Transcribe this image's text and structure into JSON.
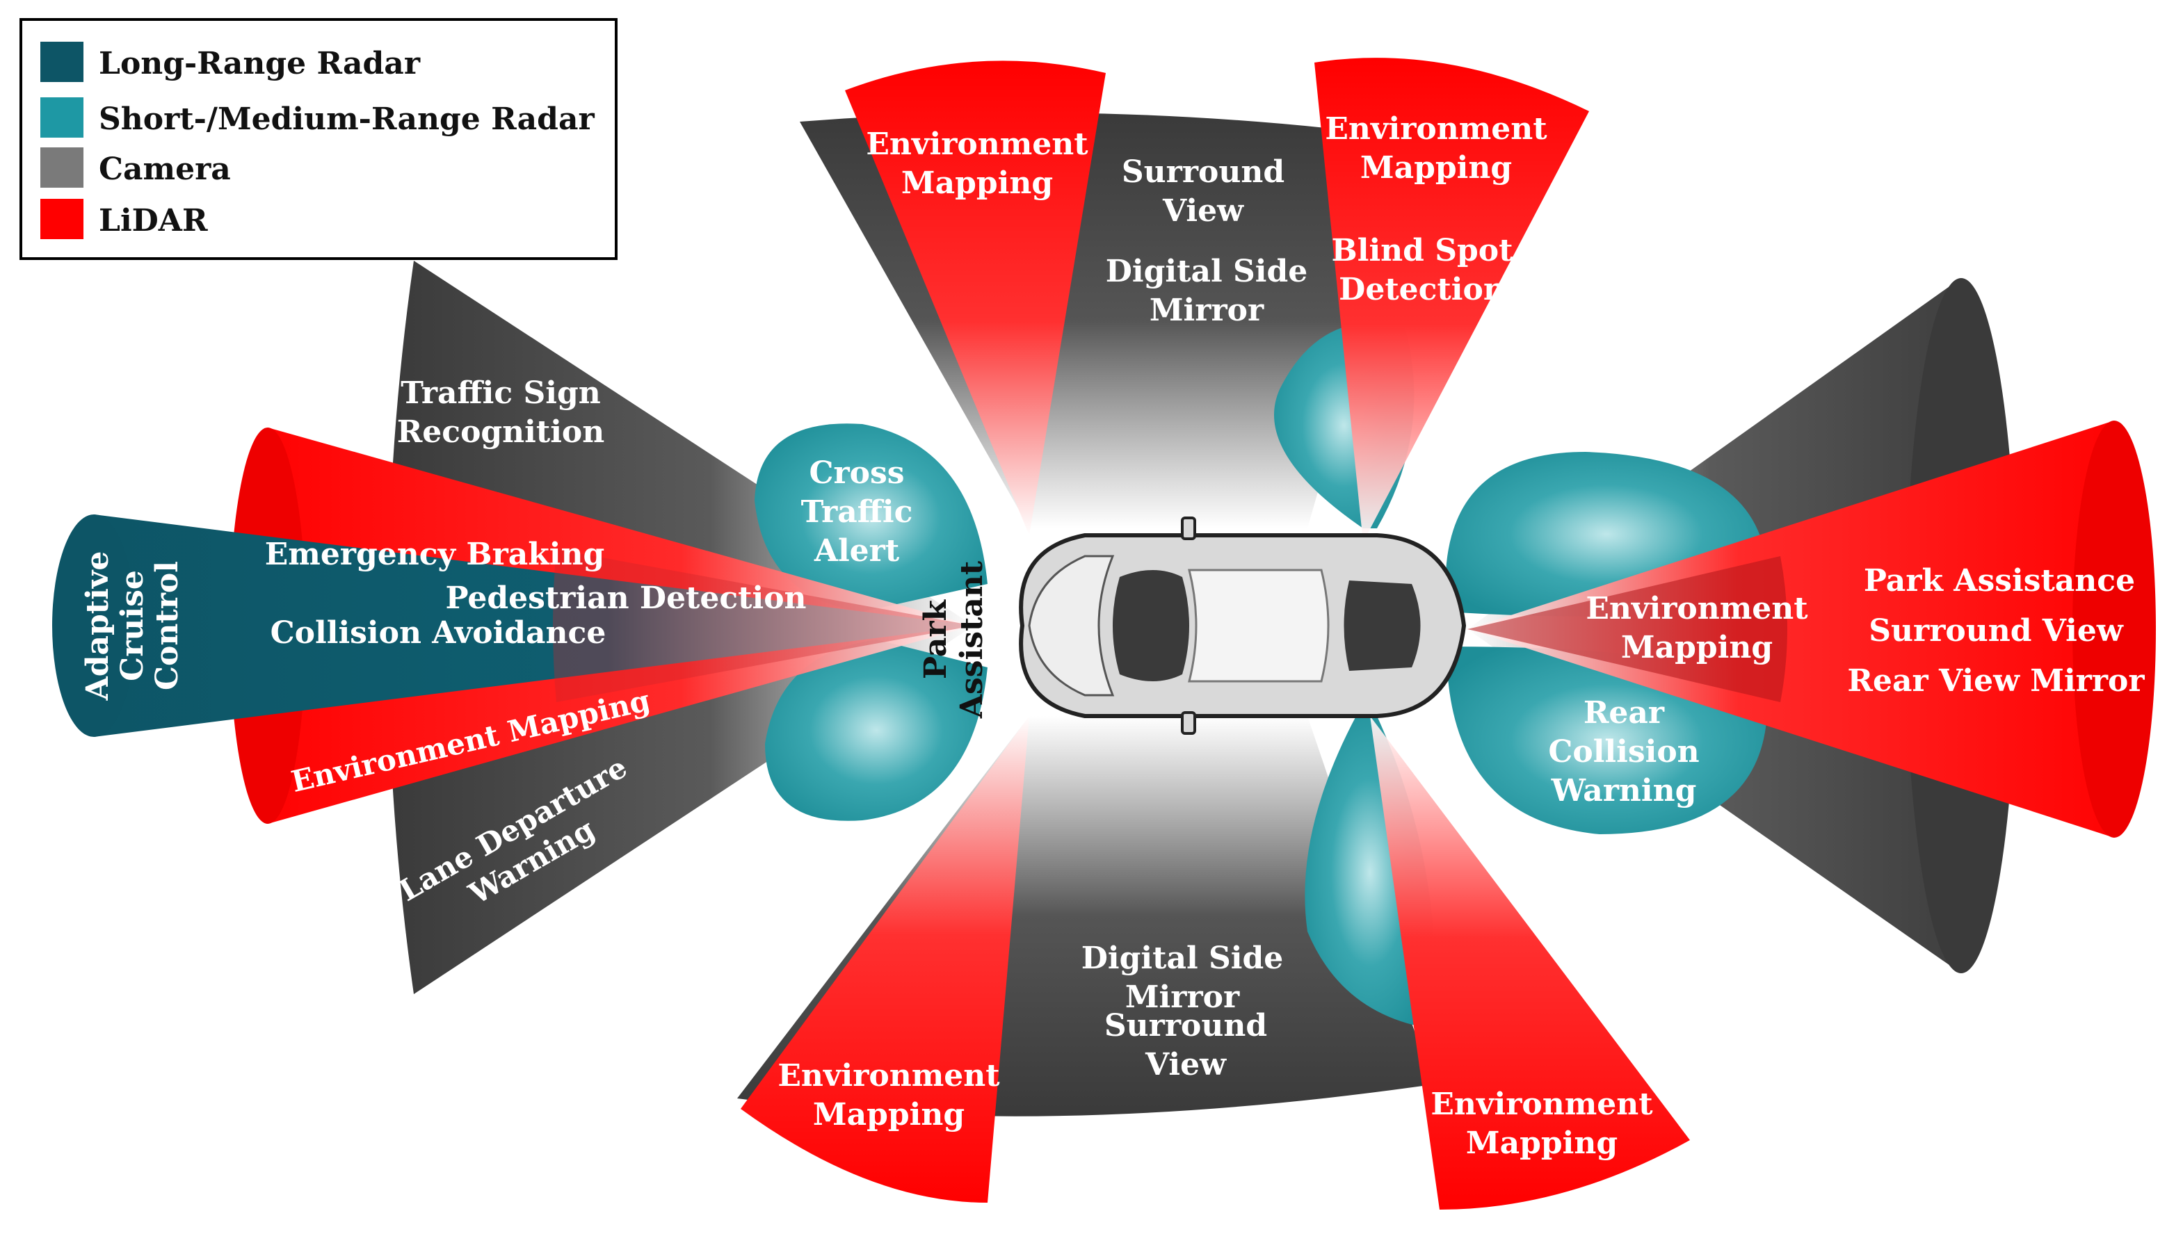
{
  "legend": {
    "items": [
      {
        "label": "Long-Range Radar",
        "color": "#0d5566"
      },
      {
        "label": "Short-/Medium-Range Radar",
        "color": "#1e98a4"
      },
      {
        "label": "Camera",
        "color": "#7a7a7a"
      },
      {
        "label": "LiDAR",
        "color": "#ff0000"
      }
    ]
  },
  "colors": {
    "long_range_radar": "#0d5566",
    "short_medium_radar": "#1e98a4",
    "camera": "#3a3a3a",
    "lidar": "#ff0000",
    "car_body": "#d9d9d9",
    "car_dark": "#333333"
  },
  "labels": {
    "acc": [
      "Adaptive",
      "Cruise",
      "Control"
    ],
    "tsr": [
      "Traffic Sign",
      "Recognition"
    ],
    "emergency_braking": "Emergency Braking",
    "pedestrian_detection": "Pedestrian Detection",
    "collision_avoidance": "Collision Avoidance",
    "env_mapping_front": "Environment Mapping",
    "lane_departure": [
      "Lane Departure",
      "Warning"
    ],
    "cross_traffic": [
      "Cross",
      "Traffic",
      "Alert"
    ],
    "park_assistant": [
      "Park",
      "Assistant"
    ],
    "env_mapping_top_left": [
      "Environment",
      "Mapping"
    ],
    "surround_view_top": [
      "Surround",
      "View"
    ],
    "digital_side_mirror_top": [
      "Digital Side",
      "Mirror"
    ],
    "env_mapping_top_right": [
      "Environment",
      "Mapping"
    ],
    "blind_spot": [
      "Blind Spot",
      "Detection"
    ],
    "env_mapping_rear": [
      "Environment",
      "Mapping"
    ],
    "rear_collision": [
      "Rear",
      "Collision",
      "Warning"
    ],
    "park_assistance": "Park Assistance",
    "surround_view_rear": "Surround View",
    "rear_view_mirror": "Rear View Mirror",
    "digital_side_mirror_bottom": [
      "Digital Side",
      "Mirror"
    ],
    "surround_view_bottom": [
      "Surround",
      "View"
    ],
    "env_mapping_bottom_left": [
      "Environment",
      "Mapping"
    ],
    "env_mapping_bottom_right": [
      "Environment",
      "Mapping"
    ]
  }
}
